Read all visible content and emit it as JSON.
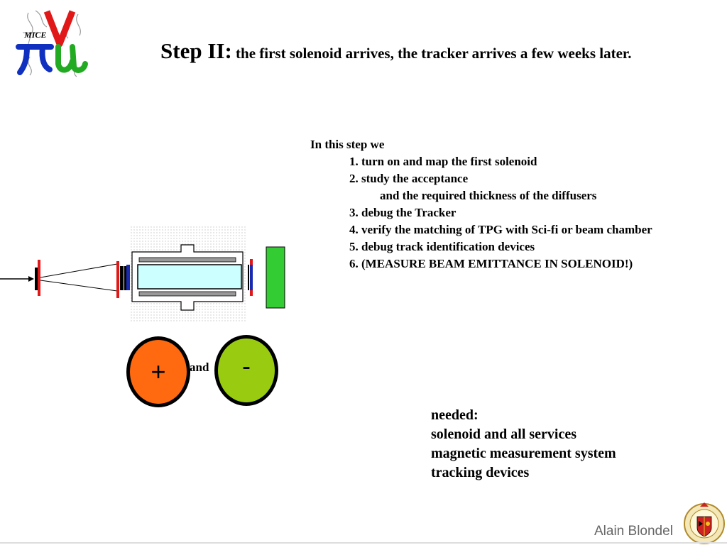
{
  "header": {
    "logo_label": "MICE",
    "title_big": "Step II:",
    "title_small": " the first solenoid arrives, the tracker arrives a few weeks later."
  },
  "steps": {
    "intro": "In this step we",
    "items": [
      "1. turn on and map the first solenoid",
      "2. study the acceptance",
      "and the required thickness of the diffusers",
      "3. debug the Tracker",
      "4. verify the matching of TPG with Sci-fi or beam chamber",
      "5. debug track identification devices",
      "6. (MEASURE BEAM EMITTANCE IN SOLENOID!)"
    ]
  },
  "charges": {
    "plus_label": "+",
    "connector": "and",
    "minus_label": "-",
    "plus_color": "#ff6a10",
    "minus_color": "#99cc11"
  },
  "needed": {
    "heading": "needed:",
    "items": [
      "solenoid and all services",
      "magnetic measurement system",
      "tracking devices"
    ]
  },
  "footer": {
    "author": "Alain Blondel"
  }
}
